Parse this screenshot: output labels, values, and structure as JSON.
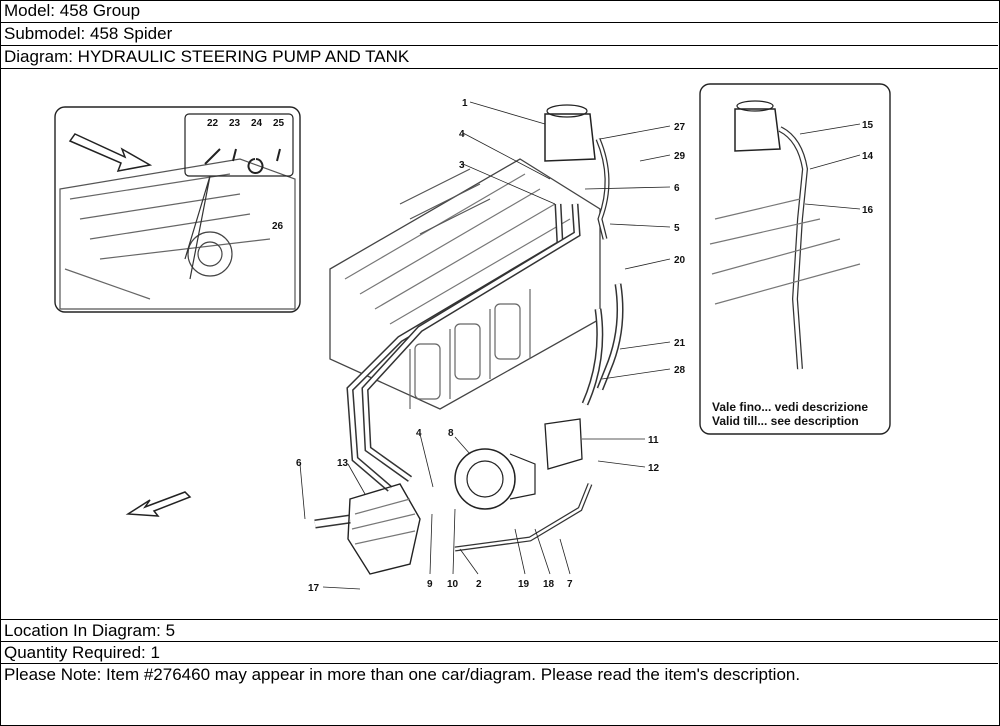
{
  "header": {
    "model": "Model: 458 Group",
    "submodel": "Submodel: 458 Spider",
    "diagram": "Diagram: HYDRAULIC STEERING PUMP AND TANK"
  },
  "diagram": {
    "inset_note_line1": "Vale fino... vedi descrizione",
    "inset_note_line2": "Valid till... see description",
    "callouts": {
      "c1": "1",
      "c2": "2",
      "c3": "3",
      "c4a": "4",
      "c4b": "4",
      "c5": "5",
      "c6a": "6",
      "c6b": "6",
      "c7": "7",
      "c8": "8",
      "c9": "9",
      "c10": "10",
      "c11": "11",
      "c12": "12",
      "c13": "13",
      "c14": "14",
      "c15": "15",
      "c16": "16",
      "c17": "17",
      "c18": "18",
      "c19": "19",
      "c20": "20",
      "c21": "21",
      "c22": "22",
      "c23": "23",
      "c24": "24",
      "c25": "25",
      "c26": "26",
      "c27": "27",
      "c28": "28",
      "c29": "29"
    }
  },
  "footer": {
    "location": "Location In Diagram: 5",
    "quantity": "Quantity Required: 1",
    "note": "Please Note: Item #276460 may appear in more than one car/diagram. Please read the item's description."
  }
}
